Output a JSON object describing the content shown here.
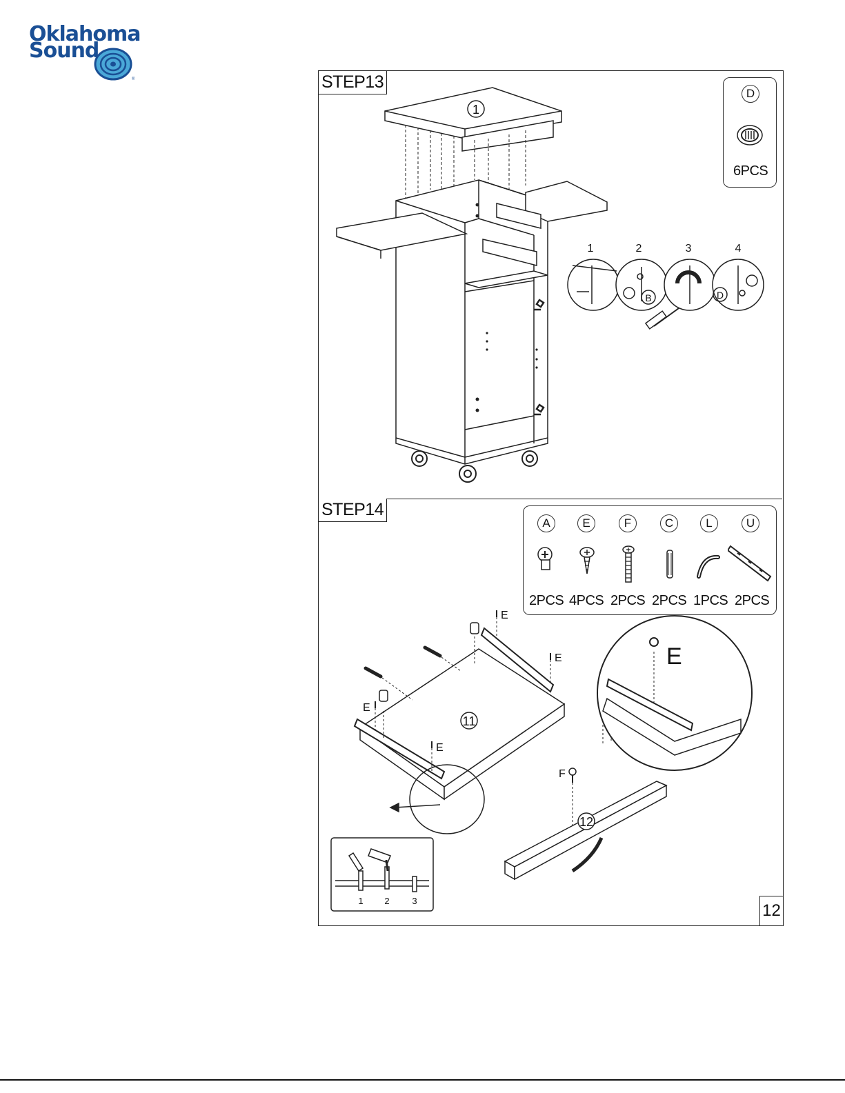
{
  "brand": {
    "line1": "Oklahoma",
    "line2": "Sound",
    "registered": "®",
    "color": "#1a4f95",
    "accent": "#4aa8d8"
  },
  "steps": [
    {
      "label": "STEP13",
      "part_number": "1",
      "hardware": [
        {
          "letter": "D",
          "qty": "6PCS",
          "icon": "cam-cap-icon"
        }
      ],
      "sequence_labels": [
        "1",
        "2",
        "3",
        "4"
      ],
      "callout_letters": [
        "B",
        "D"
      ]
    },
    {
      "label": "STEP14",
      "part_numbers": [
        "11",
        "12"
      ],
      "hardware": [
        {
          "letter": "A",
          "qty": "2PCS",
          "icon": "cam-lock-icon"
        },
        {
          "letter": "E",
          "qty": "4PCS",
          "icon": "short-screw-icon"
        },
        {
          "letter": "F",
          "qty": "2PCS",
          "icon": "long-screw-icon"
        },
        {
          "letter": "C",
          "qty": "2PCS",
          "icon": "dowel-icon"
        },
        {
          "letter": "L",
          "qty": "1PCS",
          "icon": "handle-icon"
        },
        {
          "letter": "U",
          "qty": "2PCS",
          "icon": "drawer-slide-icon"
        }
      ],
      "screw_label": "E",
      "handle_screw_label": "F",
      "detail_label": "E",
      "hammer_sequence": [
        "1",
        "2",
        "3"
      ]
    }
  ],
  "page_number": "12"
}
